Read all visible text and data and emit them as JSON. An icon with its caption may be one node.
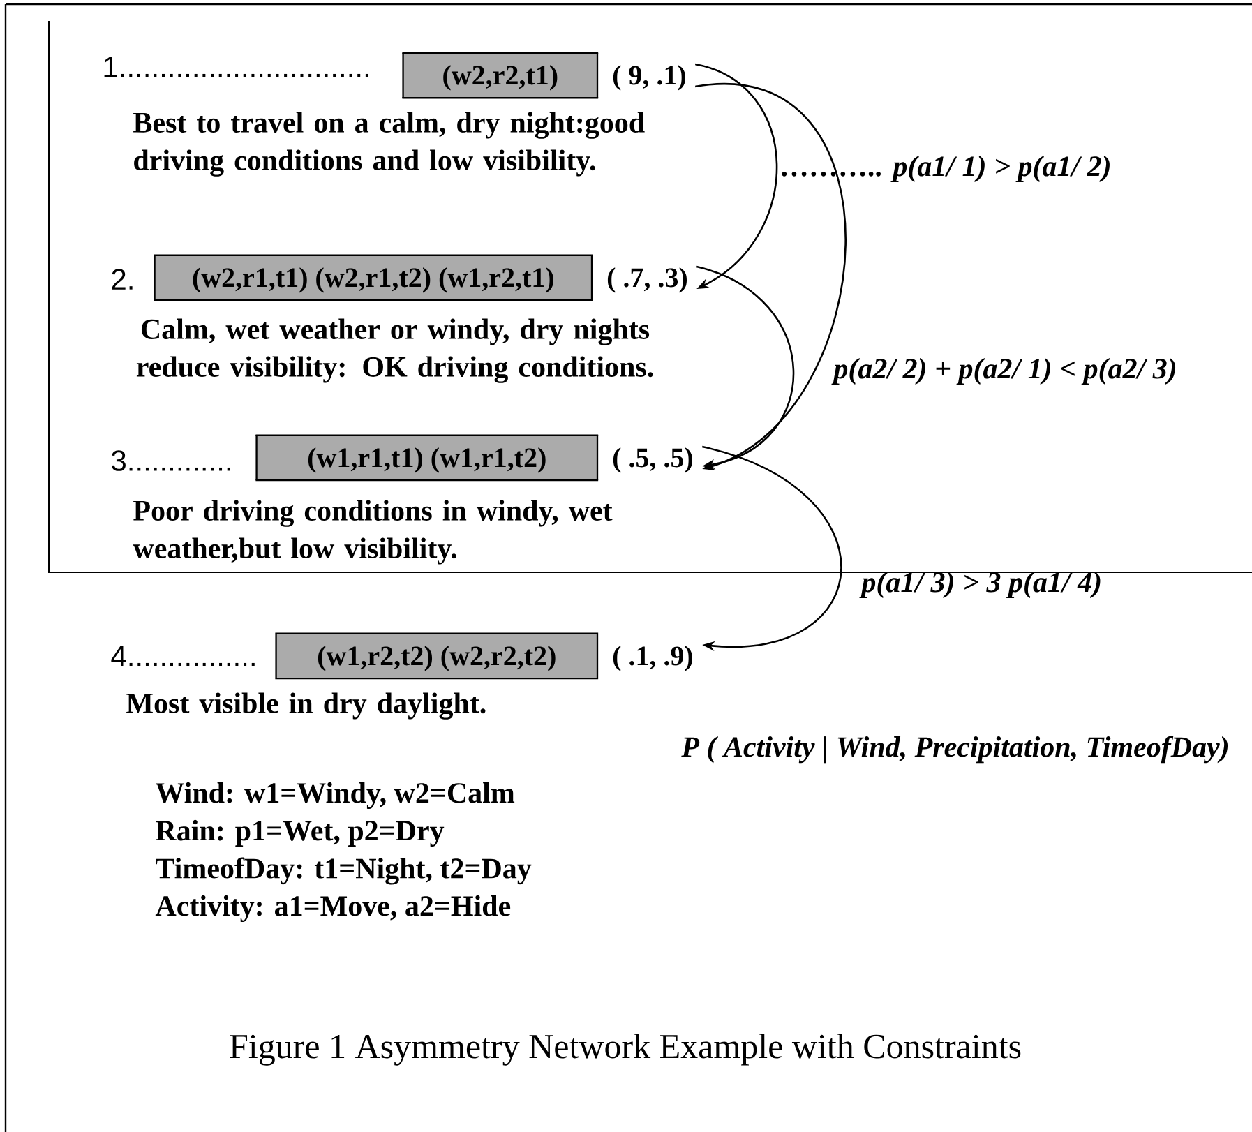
{
  "diagram": {
    "caption": "Figure 1 Asymmetry Network Example with Constraints",
    "nodes": [
      {
        "text": [
          "(w2,r2,t1)",
          "( 9, .1)"
        ],
        "beside": [
          "Best to travel on a calm, dry night:good driving conditions and low visibility."
        ]
      },
      {
        "text": [
          "(w2,r1,t1) (w2,r1,t2) (w1,r2,t1)",
          "( .7, .3)"
        ],
        "beside": [
          "Calm, wet weather or windy, dry nights reduce visibility: OK driving conditions."
        ]
      },
      {
        "text": [
          "(w1,r1,t1) (w1,r1,t2)",
          "( .5, .5)"
        ],
        "beside": [
          "Poor driving conditions in windy, wet weather,but low visibility."
        ]
      },
      {
        "text": [
          "(w1,r2,t2) (w2,r2,t2)",
          "( .1, .9)"
        ],
        "beside": [
          "Most visible in dry daylight."
        ]
      }
    ],
    "edges": [
      {
        "from": 0,
        "to": 1,
        "arrow": "to"
      },
      {
        "from": 0,
        "to": 2,
        "arrow": "to"
      },
      {
        "from": 1,
        "to": 2,
        "arrow": "to"
      },
      {
        "from": 2,
        "to": 3,
        "arrow": "to"
      }
    ],
    "labels": [
      "1...............................",
      "2.",
      "3.............",
      "4................",
      "……….. p(a1/ 1) > p(a1/ 2)",
      "p(a2/ 2) + p(a2/ 1) < p(a2/ 3)",
      "p(a1/ 3) > 3 p(a1/ 4)",
      "P ( Activity | Wind, Precipitation, TimeofDay)",
      "Wind: w1=Windy, w2=Calm",
      "Rain: p1=Wet, p2=Dry",
      "TimeofDay: t1=Night, t2=Day",
      "Activity: a1=Move, a2=Hide"
    ]
  }
}
